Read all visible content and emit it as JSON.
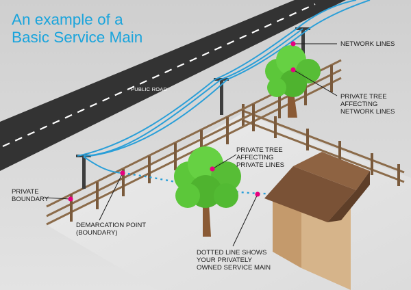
{
  "title": {
    "line1": "An example of a",
    "line2": "Basic Service Main"
  },
  "road_label": "PUBLIC ROAD",
  "callouts": {
    "network_lines": "NETWORK LINES",
    "private_tree_network": [
      "PRIVATE TREE",
      "AFFECTING",
      "NETWORK LINES"
    ],
    "private_tree_private": [
      "PRIVATE TREE",
      "AFFECTING",
      "PRIVATE LINES"
    ],
    "private_boundary": [
      "PRIVATE",
      "BOUNDARY"
    ],
    "demarcation_point": [
      "DEMARCATION POINT",
      "(BOUNDARY)"
    ],
    "dotted_line": [
      "DOTTED LINE SHOWS",
      "YOUR PRIVATELY",
      "OWNED SERVICE MAIN"
    ]
  },
  "colors": {
    "title": "#1aa4dc",
    "road": "#333333",
    "lines": "#2a9fd8",
    "marker": "#e6007e",
    "fence": "#8b6b4a",
    "tree_leaves": "#5cc73a",
    "tree_trunk": "#8a5a35",
    "house_wall": "#d6b48a",
    "house_roof": "#7a5236"
  }
}
